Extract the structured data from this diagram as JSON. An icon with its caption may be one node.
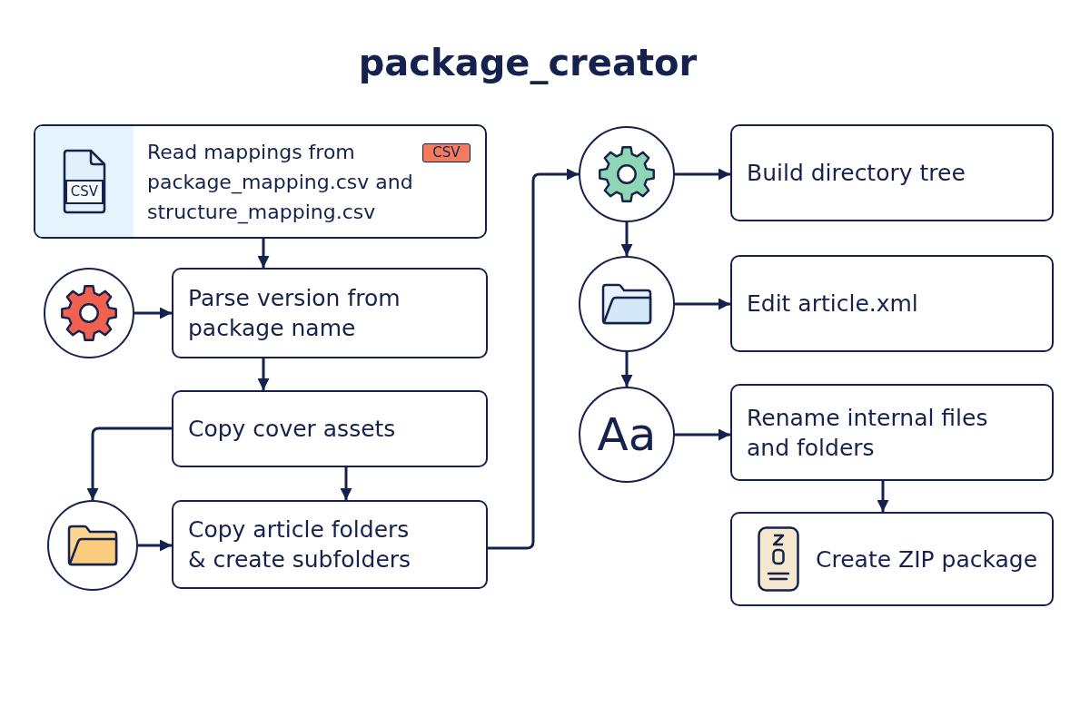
{
  "diagram": {
    "title": "package_creator",
    "nodes": [
      {
        "text": [
          "CSV",
          "Read mappings from package_mapping.csv and structure_mapping.csv",
          "CSV"
        ]
      },
      {
        "text": [],
        "shape": "circle"
      },
      {
        "text": [
          "Parse version from package name"
        ]
      },
      {
        "text": [
          "Copy cover assets"
        ]
      },
      {
        "text": [],
        "shape": "circle"
      },
      {
        "text": [
          "Copy article folders & create subfolders"
        ]
      },
      {
        "text": [],
        "shape": "circle"
      },
      {
        "text": [
          "Build directory tree"
        ]
      },
      {
        "text": [],
        "shape": "circle"
      },
      {
        "text": [
          "Edit article.xml"
        ]
      },
      {
        "text": [
          "Aa"
        ]
      },
      {
        "text": [
          "Rename internal files and folders"
        ]
      },
      {
        "text": [
          "Create ZIP package"
        ]
      }
    ],
    "edges": [
      {
        "from": 0,
        "to": 2,
        "arrow": "to"
      },
      {
        "from": 1,
        "to": 2,
        "arrow": "to"
      },
      {
        "from": 2,
        "to": 3,
        "arrow": "to"
      },
      {
        "from": 3,
        "to": 4,
        "arrow": "to"
      },
      {
        "from": 3,
        "to": 5,
        "arrow": "to"
      },
      {
        "from": 4,
        "to": 5,
        "arrow": "to"
      },
      {
        "from": 5,
        "to": 6,
        "arrow": "to"
      },
      {
        "from": 6,
        "to": 7,
        "arrow": "to"
      },
      {
        "from": 6,
        "to": 8,
        "arrow": "to"
      },
      {
        "from": 8,
        "to": 9,
        "arrow": "to"
      },
      {
        "from": 8,
        "to": 10,
        "arrow": "to"
      },
      {
        "from": 10,
        "to": 11,
        "arrow": "to"
      },
      {
        "from": 11,
        "to": 12,
        "arrow": "to"
      }
    ]
  }
}
